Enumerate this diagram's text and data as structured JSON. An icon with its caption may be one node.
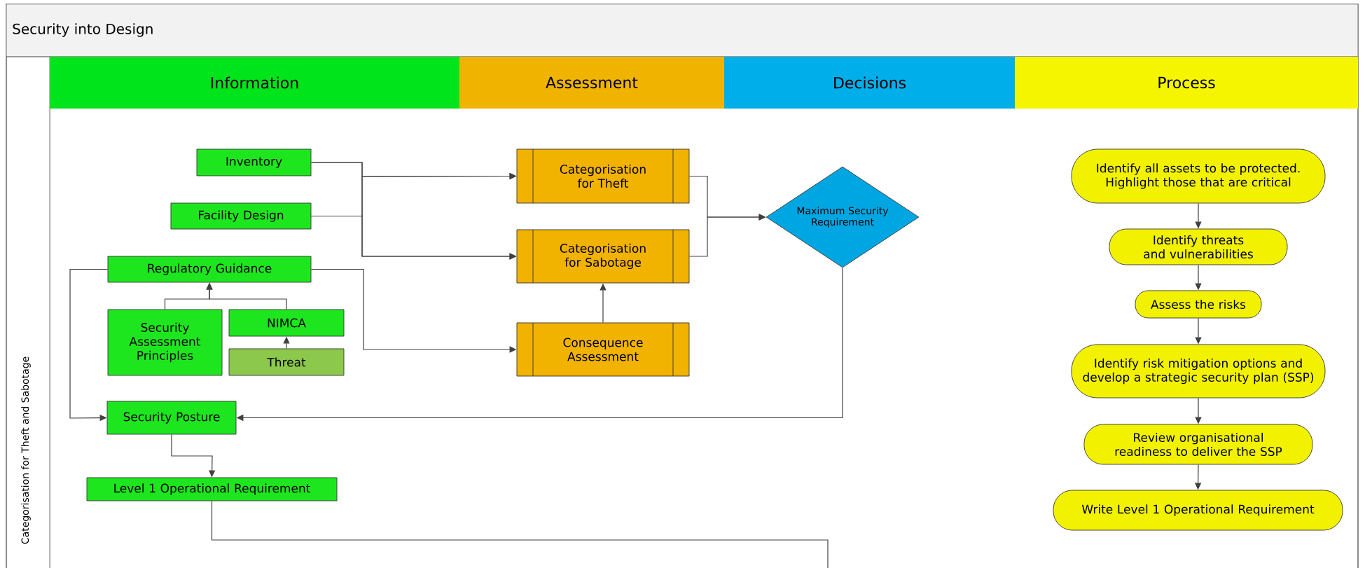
{
  "diagram": {
    "title": "Security into Design",
    "nodes": [
      {
        "text": [
          "Information"
        ]
      },
      {
        "text": [
          "Assessment"
        ]
      },
      {
        "text": [
          "Decisions"
        ]
      },
      {
        "text": [
          "Process"
        ]
      },
      {
        "text": [
          "Inventory"
        ]
      },
      {
        "text": [
          "Facility Design"
        ]
      },
      {
        "text": [
          "Regulatory Guidance"
        ]
      },
      {
        "text": [
          "Security Assessment Principles"
        ]
      },
      {
        "text": [
          "NIMCA"
        ]
      },
      {
        "text": [
          "Threat"
        ]
      },
      {
        "text": [
          "Categorisation for Theft"
        ]
      },
      {
        "text": [
          "Categorisation for Sabotage"
        ]
      },
      {
        "text": [
          "Consequence Assessment"
        ]
      },
      {
        "text": [
          "Maximum Security Requirement"
        ]
      },
      {
        "text": [
          "Security Posture"
        ]
      },
      {
        "text": [
          "Level 1 Operational Requirement"
        ]
      },
      {
        "text": [
          "Identify all assets to be protected. Highlight those that are critical"
        ]
      },
      {
        "text": [
          "Identify threats and vulnerabilities"
        ]
      },
      {
        "text": [
          "Assess the risks"
        ]
      },
      {
        "text": [
          "Identify risk mitigation options and develop a strategic security plan (SSP)"
        ]
      },
      {
        "text": [
          "Review organisational readiness to deliver the SSP"
        ]
      },
      {
        "text": [
          "Write Level 1 Operational Requirement"
        ]
      }
    ],
    "edges": [
      {
        "from": 4,
        "to": 10,
        "arrow": "to"
      },
      {
        "from": 4,
        "to": 11,
        "arrow": "to"
      },
      {
        "from": 5,
        "to": 10,
        "arrow": "to"
      },
      {
        "from": 5,
        "to": 11,
        "arrow": "to"
      },
      {
        "from": 6,
        "to": 12,
        "arrow": "to"
      },
      {
        "from": 7,
        "to": 6,
        "arrow": "to"
      },
      {
        "from": 8,
        "to": 6,
        "arrow": "to"
      },
      {
        "from": 9,
        "to": 8,
        "arrow": "to"
      },
      {
        "from": 12,
        "to": 11,
        "arrow": "to"
      },
      {
        "from": 10,
        "to": 13,
        "arrow": "to"
      },
      {
        "from": 11,
        "to": 13,
        "arrow": "to"
      },
      {
        "from": 13,
        "to": 14,
        "arrow": "to"
      },
      {
        "from": 6,
        "to": 14,
        "arrow": "to"
      },
      {
        "from": 14,
        "to": 15,
        "arrow": "to"
      },
      {
        "from": 15,
        "to": null,
        "arrow": "none"
      },
      {
        "from": 16,
        "to": 17,
        "arrow": "to"
      },
      {
        "from": 17,
        "to": 18,
        "arrow": "to"
      },
      {
        "from": 18,
        "to": 19,
        "arrow": "to"
      },
      {
        "from": 19,
        "to": 20,
        "arrow": "to"
      },
      {
        "from": 20,
        "to": 21,
        "arrow": "to"
      }
    ],
    "labels": [
      "Categorisation for Theft and Sabotage"
    ]
  }
}
